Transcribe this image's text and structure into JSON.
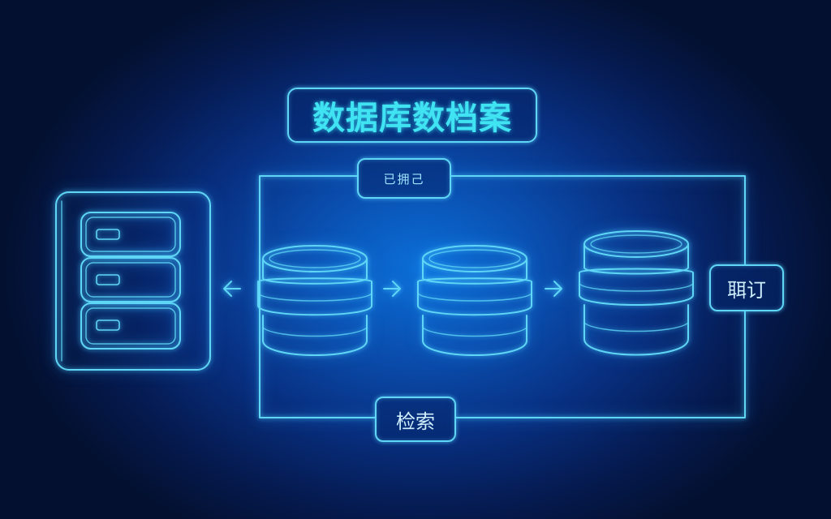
{
  "diagram": {
    "title": "数据库数档案",
    "top_label": "已拥己",
    "right_label": "聑订",
    "bottom_label": "检索"
  },
  "colors": {
    "background_center": "#0b6fd8",
    "background_edge": "#03102f",
    "line": "#5fd6f5",
    "title_text": "#3fe3f2"
  },
  "icons": [
    "server-rack-icon",
    "database-cylinder-icon",
    "arrow-left-icon",
    "arrow-right-icon"
  ]
}
